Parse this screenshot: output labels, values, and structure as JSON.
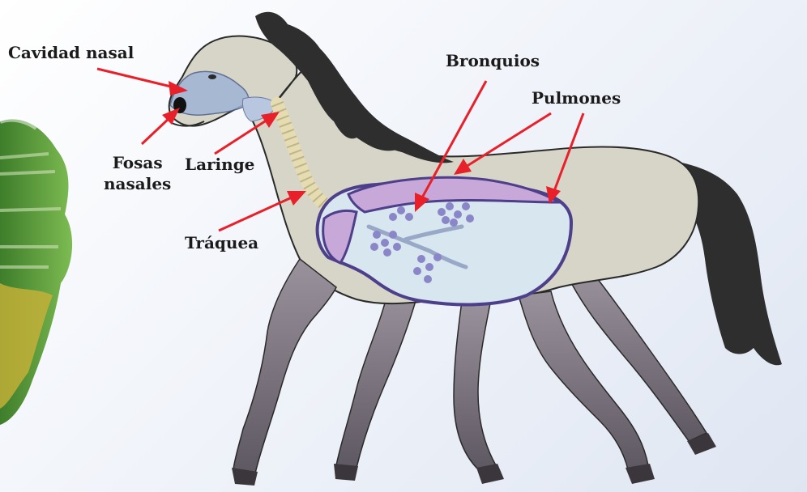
{
  "labels": {
    "cavidad_nasal": "Cavidad nasal",
    "fosas_nasales_line1": "Fosas",
    "fosas_nasales_line2": "nasales",
    "laringe": "Laringe",
    "traquea": "Tráquea",
    "bronquios": "Bronquios",
    "pulmones": "Pulmones"
  },
  "colors": {
    "arrow": "#e8202a",
    "horse_body": "#d6d5c8",
    "horse_outline": "#2a2a2a",
    "mane_tail": "#2e2e2e",
    "legs": "#7e7680",
    "nasal_cavity": "#9fb3d6",
    "trachea": "#e6dcb2",
    "lung_outline": "#4d3f8a",
    "lung_fill": "#d8e6f0",
    "bronchi_fill": "#c8a8d8",
    "alveoli": "#8a86c8",
    "tree": "#5a9a3a"
  }
}
